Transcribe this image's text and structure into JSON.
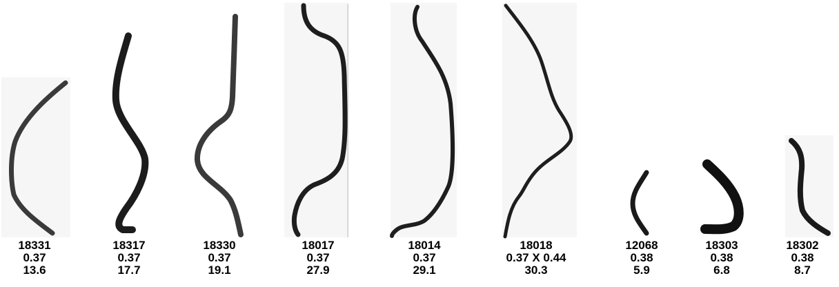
{
  "hoses": [
    {
      "part_number": "18331",
      "diameter": "0.37",
      "length": "13.6"
    },
    {
      "part_number": "18317",
      "diameter": "0.37",
      "length": "17.7"
    },
    {
      "part_number": "18330",
      "diameter": "0.37",
      "length": "19.1"
    },
    {
      "part_number": "18017",
      "diameter": "0.37",
      "length": "27.9"
    },
    {
      "part_number": "18014",
      "diameter": "0.37",
      "length": "29.1"
    },
    {
      "part_number": "18018",
      "diameter": "0.37 X 0.44",
      "length": "30.3"
    },
    {
      "part_number": "12068",
      "diameter": "0.38",
      "length": "5.9"
    },
    {
      "part_number": "18303",
      "diameter": "0.38",
      "length": "6.8"
    },
    {
      "part_number": "18302",
      "diameter": "0.38",
      "length": "8.7"
    }
  ],
  "colors": {
    "hose_dark": "#1a1a1a",
    "hose_gray": "#3a3a3a",
    "text": "#000000",
    "background": "#ffffff"
  }
}
